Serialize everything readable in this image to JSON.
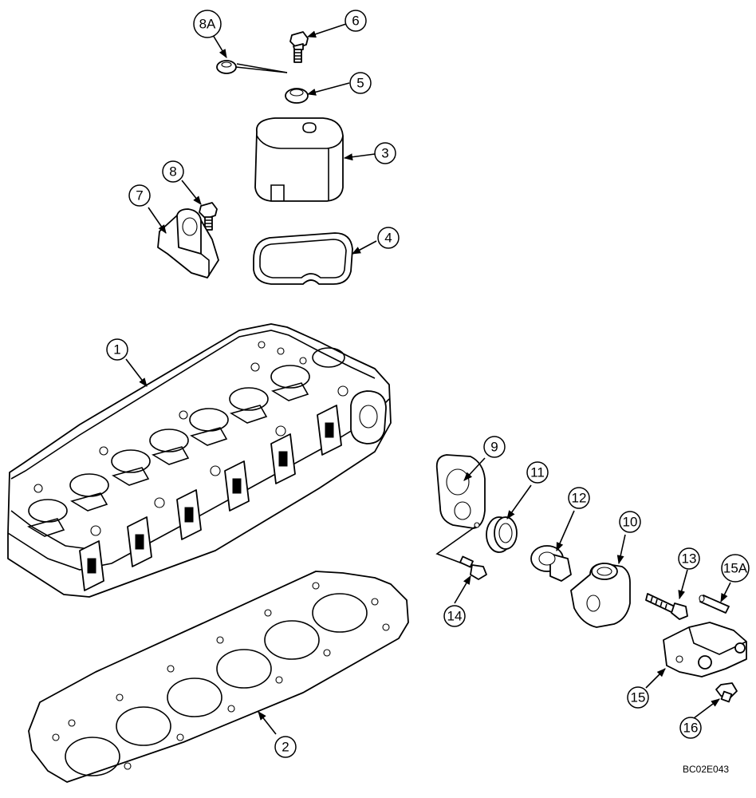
{
  "diagram": {
    "callouts": [
      {
        "id": "8a",
        "label": "8A"
      },
      {
        "id": "6",
        "label": "6"
      },
      {
        "id": "5",
        "label": "5"
      },
      {
        "id": "3",
        "label": "3"
      },
      {
        "id": "8",
        "label": "8"
      },
      {
        "id": "7",
        "label": "7"
      },
      {
        "id": "4",
        "label": "4"
      },
      {
        "id": "1",
        "label": "1"
      },
      {
        "id": "9",
        "label": "9"
      },
      {
        "id": "11",
        "label": "11"
      },
      {
        "id": "12",
        "label": "12"
      },
      {
        "id": "10",
        "label": "10"
      },
      {
        "id": "13",
        "label": "13"
      },
      {
        "id": "15a",
        "label": "15A"
      },
      {
        "id": "14",
        "label": "14"
      },
      {
        "id": "15",
        "label": "15"
      },
      {
        "id": "16",
        "label": "16"
      },
      {
        "id": "2",
        "label": "2"
      }
    ],
    "drawing_code": "BC02E043"
  }
}
